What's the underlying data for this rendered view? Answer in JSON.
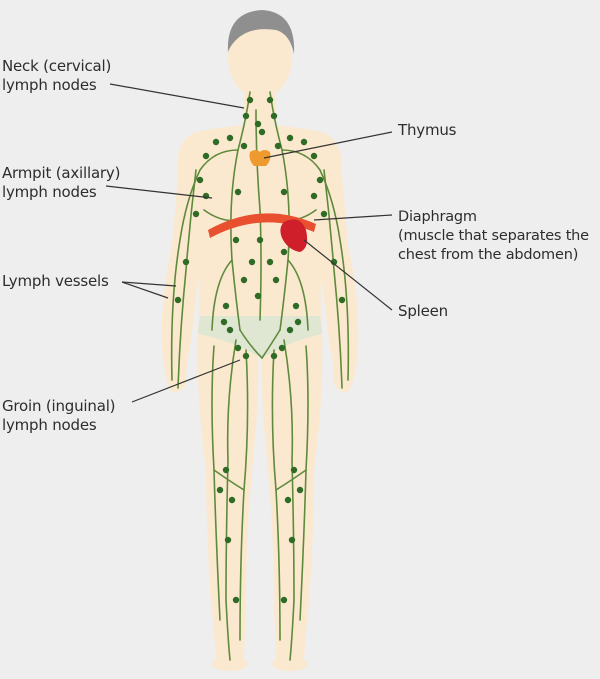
{
  "labels": {
    "neck": [
      "Neck (cervical)",
      "lymph nodes"
    ],
    "armpit": [
      "Armpit (axillary)",
      "lymph nodes"
    ],
    "vessels": [
      "Lymph vessels"
    ],
    "groin": [
      "Groin (inguinal)",
      "lymph nodes"
    ],
    "thymus": [
      "Thymus"
    ],
    "diaphragm": [
      "Diaphragm",
      "(muscle that separates the",
      "chest from the abdomen)"
    ],
    "spleen": [
      "Spleen"
    ]
  },
  "colors": {
    "background": "#eeeeef",
    "skin": "#fbe9cf",
    "hair": "#8f8f90",
    "vessel": "#5f8a3c",
    "node": "#2e6b25",
    "thymus": "#ef9a2e",
    "diaphragm": "#e8502f",
    "spleen": "#cf1f2a",
    "leader_line": "#333333",
    "underwear": "#dfe6d2"
  }
}
